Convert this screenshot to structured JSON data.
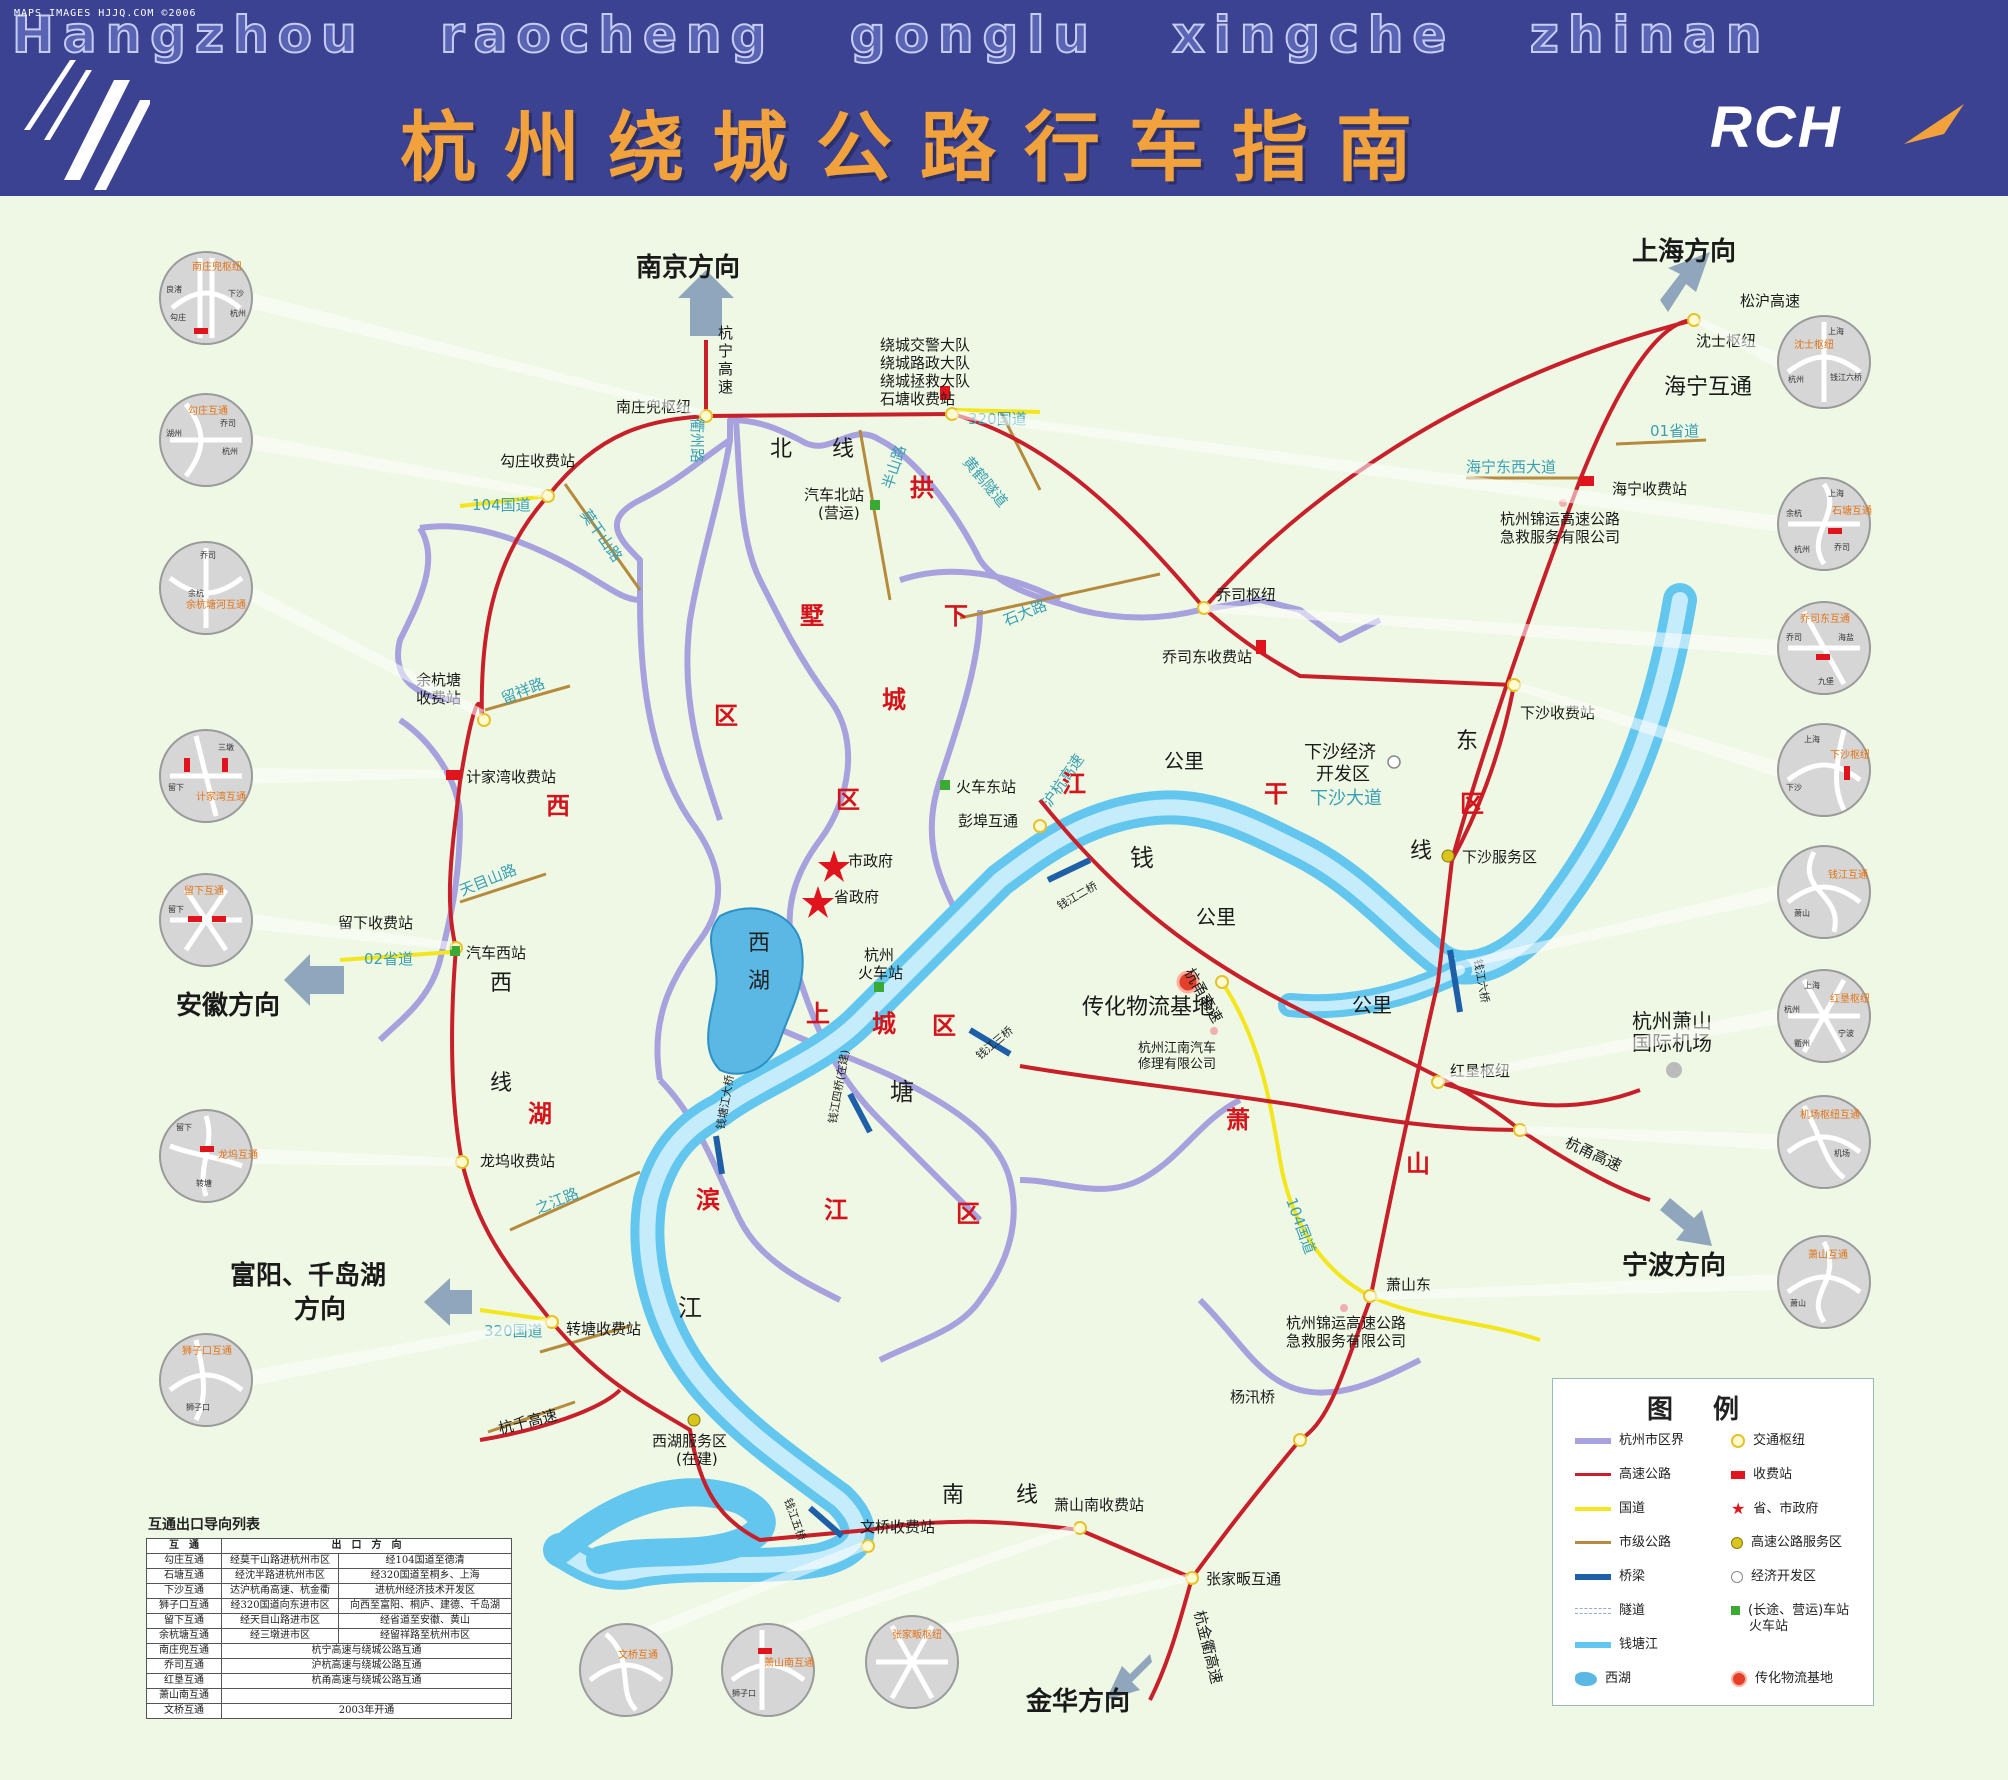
{
  "header": {
    "watermark": "MAPS IMAGES HJJQ.COM ©2006",
    "pinyin": "Hangzhou raocheng gonglu xingche zhinan",
    "title": "杭州绕城公路行车指南",
    "logo": "RCH"
  },
  "directions": {
    "nanjing": "南京方向",
    "shanghai": "上海方向",
    "anhui": "安徽方向",
    "fuyang_1": "富阳、千岛湖",
    "fuyang_2": "方向",
    "ningbo": "宁波方向",
    "jinhua": "金华方向"
  },
  "nodes": {
    "nanzhuangdou": "南庄兜枢纽",
    "gouzhuang": "勾庄收费站",
    "yuhangtang_1": "余杭塘",
    "yuhangtang_2": "收费站",
    "jijiawan": "计家湾收费站",
    "liuxia": "留下收费站",
    "longwu": "龙坞收费站",
    "zhuantang": "转塘收费站",
    "xihu_service_1": "西湖服务区",
    "xihu_service_2": "(在建)",
    "wenqiao": "文桥收费站",
    "xiaoshan_south": "萧山南收费站",
    "zhangjiafan": "张家畈互通",
    "yangxunqiao": "杨汛桥",
    "xiaoshan_east": "萧山东",
    "hongken": "红垦枢纽",
    "xiasha_service": "下沙服务区",
    "xiasha_toll": "下沙收费站",
    "qiaosi": "乔司枢纽",
    "qiaosi_east": "乔司东收费站",
    "haining_toll": "海宁收费站",
    "haining_interchange": "海宁互通",
    "shenshi": "沈士枢纽",
    "songhu": "松沪高速",
    "shitang_1": "绕城交警大队",
    "shitang_2": "绕城路政大队",
    "shitang_3": "绕城拯救大队",
    "shitang_4": "石塘收费站",
    "pengbu": "彭埠互通",
    "bus_north_1": "汽车北站",
    "bus_north_2": "(营运)",
    "train_east": "火车东站",
    "city_gov": "市政府",
    "prov_gov": "省政府",
    "train_1": "杭州",
    "train_2": "火车站",
    "bus_west": "汽车西站",
    "logistics": "传化物流基地",
    "jiangnan_1": "杭州江南汽车",
    "jiangnan_2": "修理有限公司",
    "jinyun_n_1": "杭州锦运高速公路",
    "jinyun_n_2": "急救服务有限公司",
    "jinyun_s_1": "杭州锦运高速公路",
    "jinyun_s_2": "急救服务有限公司",
    "xiasha_dev_1": "下沙经济",
    "xiasha_dev_2": "开发区",
    "airport_1": "杭州萧山",
    "airport_2": "国际机场"
  },
  "roads": {
    "hangning": [
      "杭",
      "宁",
      "高",
      "速"
    ],
    "hengzhou": "衢州路",
    "g104_n": "104国道",
    "moganshan": "莫干山路",
    "liuxiang": "留祥路",
    "tianmushan": "天目山路",
    "s02": "02省道",
    "zhijiang": "之江路",
    "g320_w": "320国道",
    "hangqian": "杭千高速",
    "g320_n": "320国道",
    "huanghe": "黄鹤隧道",
    "banshan": "半山路",
    "shida": "石大路",
    "s01": "01省道",
    "haining_east": "海宁东西大道",
    "hanghu": "沪杭高速",
    "xiasha_ave": "下沙大道",
    "hangyong_1": "杭甬高速",
    "hangyong_2": "杭甬高速",
    "g104_s": "104国道",
    "hangjinqu": "杭金衢高速"
  },
  "districts": {
    "beixian": "北线",
    "gongshu": "拱",
    "shu": "墅",
    "qu1": "区",
    "xia": "下",
    "cheng": "城",
    "qu2": "区",
    "jiang": "江",
    "gan": "干",
    "qu3": "区",
    "dong": "东",
    "xian_e": "线",
    "gongli1": "公里",
    "gongli2": "公里",
    "gongli3": "公里",
    "xi1": "西",
    "xi2": "西",
    "xian_w": "线",
    "hu": "湖",
    "shang": "上",
    "chengqu": "城",
    "qu4": "区",
    "bin": "滨",
    "jiang2": "江",
    "qu5": "区",
    "xiao": "萧",
    "shan": "山",
    "nan": "南",
    "xian_s": "线",
    "qian": "钱",
    "tang": "塘",
    "jiang3": "江",
    "xihu_lake_1": "西",
    "xihu_lake_2": "湖"
  },
  "bridges": {
    "qj2": "钱江二桥",
    "qj3": "钱江三桥",
    "qj4": "钱江四桥(在建)",
    "qj1": "钱塘江大桥",
    "qj6": "钱江六桥",
    "qj5": "钱江五桥"
  },
  "interchanges_left": [
    {
      "name": "南庄兜枢纽",
      "labels": [
        "良渚",
        "下沙",
        "杭州",
        "勾庄"
      ]
    },
    {
      "name": "勾庄互通",
      "labels": [
        "湖州",
        "乔司",
        "杭州"
      ]
    },
    {
      "name": "余杭塘河互通",
      "labels": [
        "乔司",
        "余杭"
      ]
    },
    {
      "name": "计家湾互通",
      "labels": [
        "三墩",
        "留下"
      ]
    },
    {
      "name": "留下互通",
      "labels": [
        "留下"
      ]
    },
    {
      "name": "龙坞互通",
      "labels": [
        "留下",
        "转塘"
      ]
    },
    {
      "name": "狮子口互通",
      "labels": [
        "狮子口"
      ]
    }
  ],
  "interchanges_right": [
    {
      "name": "沈士枢纽",
      "labels": [
        "上海",
        "杭州",
        "钱江六桥"
      ]
    },
    {
      "name": "石塘互通",
      "labels": [
        "上海",
        "余杭",
        "杭州",
        "乔司"
      ]
    },
    {
      "name": "乔司东互通",
      "labels": [
        "乔司",
        "海盐",
        "九堡"
      ]
    },
    {
      "name": "下沙枢纽",
      "labels": [
        "上海",
        "下沙"
      ]
    },
    {
      "name": "钱江互通",
      "labels": [
        "萧山"
      ]
    },
    {
      "name": "红垦枢纽",
      "labels": [
        "上海",
        "杭州",
        "衢州",
        "宁波"
      ]
    },
    {
      "name": "机场枢纽互通",
      "labels": [
        "机场"
      ]
    },
    {
      "name": "萧山互通",
      "labels": [
        "萧山"
      ]
    }
  ],
  "interchanges_bottom": [
    {
      "name": "文桥互通",
      "labels": []
    },
    {
      "name": "萧山南互通",
      "labels": [
        "狮子口"
      ]
    },
    {
      "name": "张家畈枢纽",
      "labels": []
    }
  ],
  "legend": {
    "title": "图例",
    "items": [
      {
        "label": "杭州市区界",
        "sym": "boundary"
      },
      {
        "label": "交通枢纽",
        "sym": "hub"
      },
      {
        "label": "高速公路",
        "sym": "expressway"
      },
      {
        "label": "收费站",
        "sym": "toll"
      },
      {
        "label": "国道",
        "sym": "national"
      },
      {
        "label": "省、市政府",
        "sym": "gov"
      },
      {
        "label": "市级公路",
        "sym": "city_road"
      },
      {
        "label": "高速公路服务区",
        "sym": "service"
      },
      {
        "label": "桥梁",
        "sym": "bridge"
      },
      {
        "label": "经济开发区",
        "sym": "dev"
      },
      {
        "label": "隧道",
        "sym": "tunnel"
      },
      {
        "label": "(长途、营运)车站",
        "sym": "station"
      },
      {
        "label": "火车站",
        "sym": "none"
      },
      {
        "label": "钱塘江",
        "sym": "river"
      },
      {
        "label": "西湖",
        "sym": "lake"
      },
      {
        "label": "传化物流基地",
        "sym": "logistics"
      }
    ]
  },
  "exit_table": {
    "caption": "互通出口导向列表",
    "headers": [
      "互　通",
      "出　口　方　向"
    ],
    "rows": [
      [
        "勾庄互通",
        "经莫干山路进杭州市区",
        "经104国道至德清"
      ],
      [
        "石塘互通",
        "经沈半路进杭州市区",
        "经320国道至桐乡、上海"
      ],
      [
        "下沙互通",
        "达沪杭甬高速、杭金衢",
        "进杭州经济技术开发区"
      ],
      [
        "狮子口互通",
        "经320国道向东进市区",
        "向西至富阳、桐庐、建德、千岛湖"
      ],
      [
        "留下互通",
        "经天目山路进市区",
        "经省道至安徽、黄山"
      ],
      [
        "余杭塘互通",
        "经三墩进市区",
        "经留祥路至杭州市区"
      ],
      [
        "南庄兜互通",
        "杭宁高速与绕城公路互通",
        ""
      ],
      [
        "乔司互通",
        "沪杭高速与绕城公路互通",
        ""
      ],
      [
        "红垦互通",
        "杭甬高速与绕城公路互通",
        ""
      ],
      [
        "萧山南互通",
        "",
        ""
      ],
      [
        "文桥互通",
        "2003年开通",
        ""
      ]
    ]
  },
  "colors": {
    "header_bg": "#3b4291",
    "title": "#f2a23c",
    "expressway": "#c8202a",
    "national": "#f3e61c",
    "city_road": "#b58a3c",
    "boundary": "#a7a1de",
    "river": "#62c6ee",
    "bridge": "#1e5fa8",
    "district": "#d4141c",
    "map_bg": "#eef8e4"
  }
}
